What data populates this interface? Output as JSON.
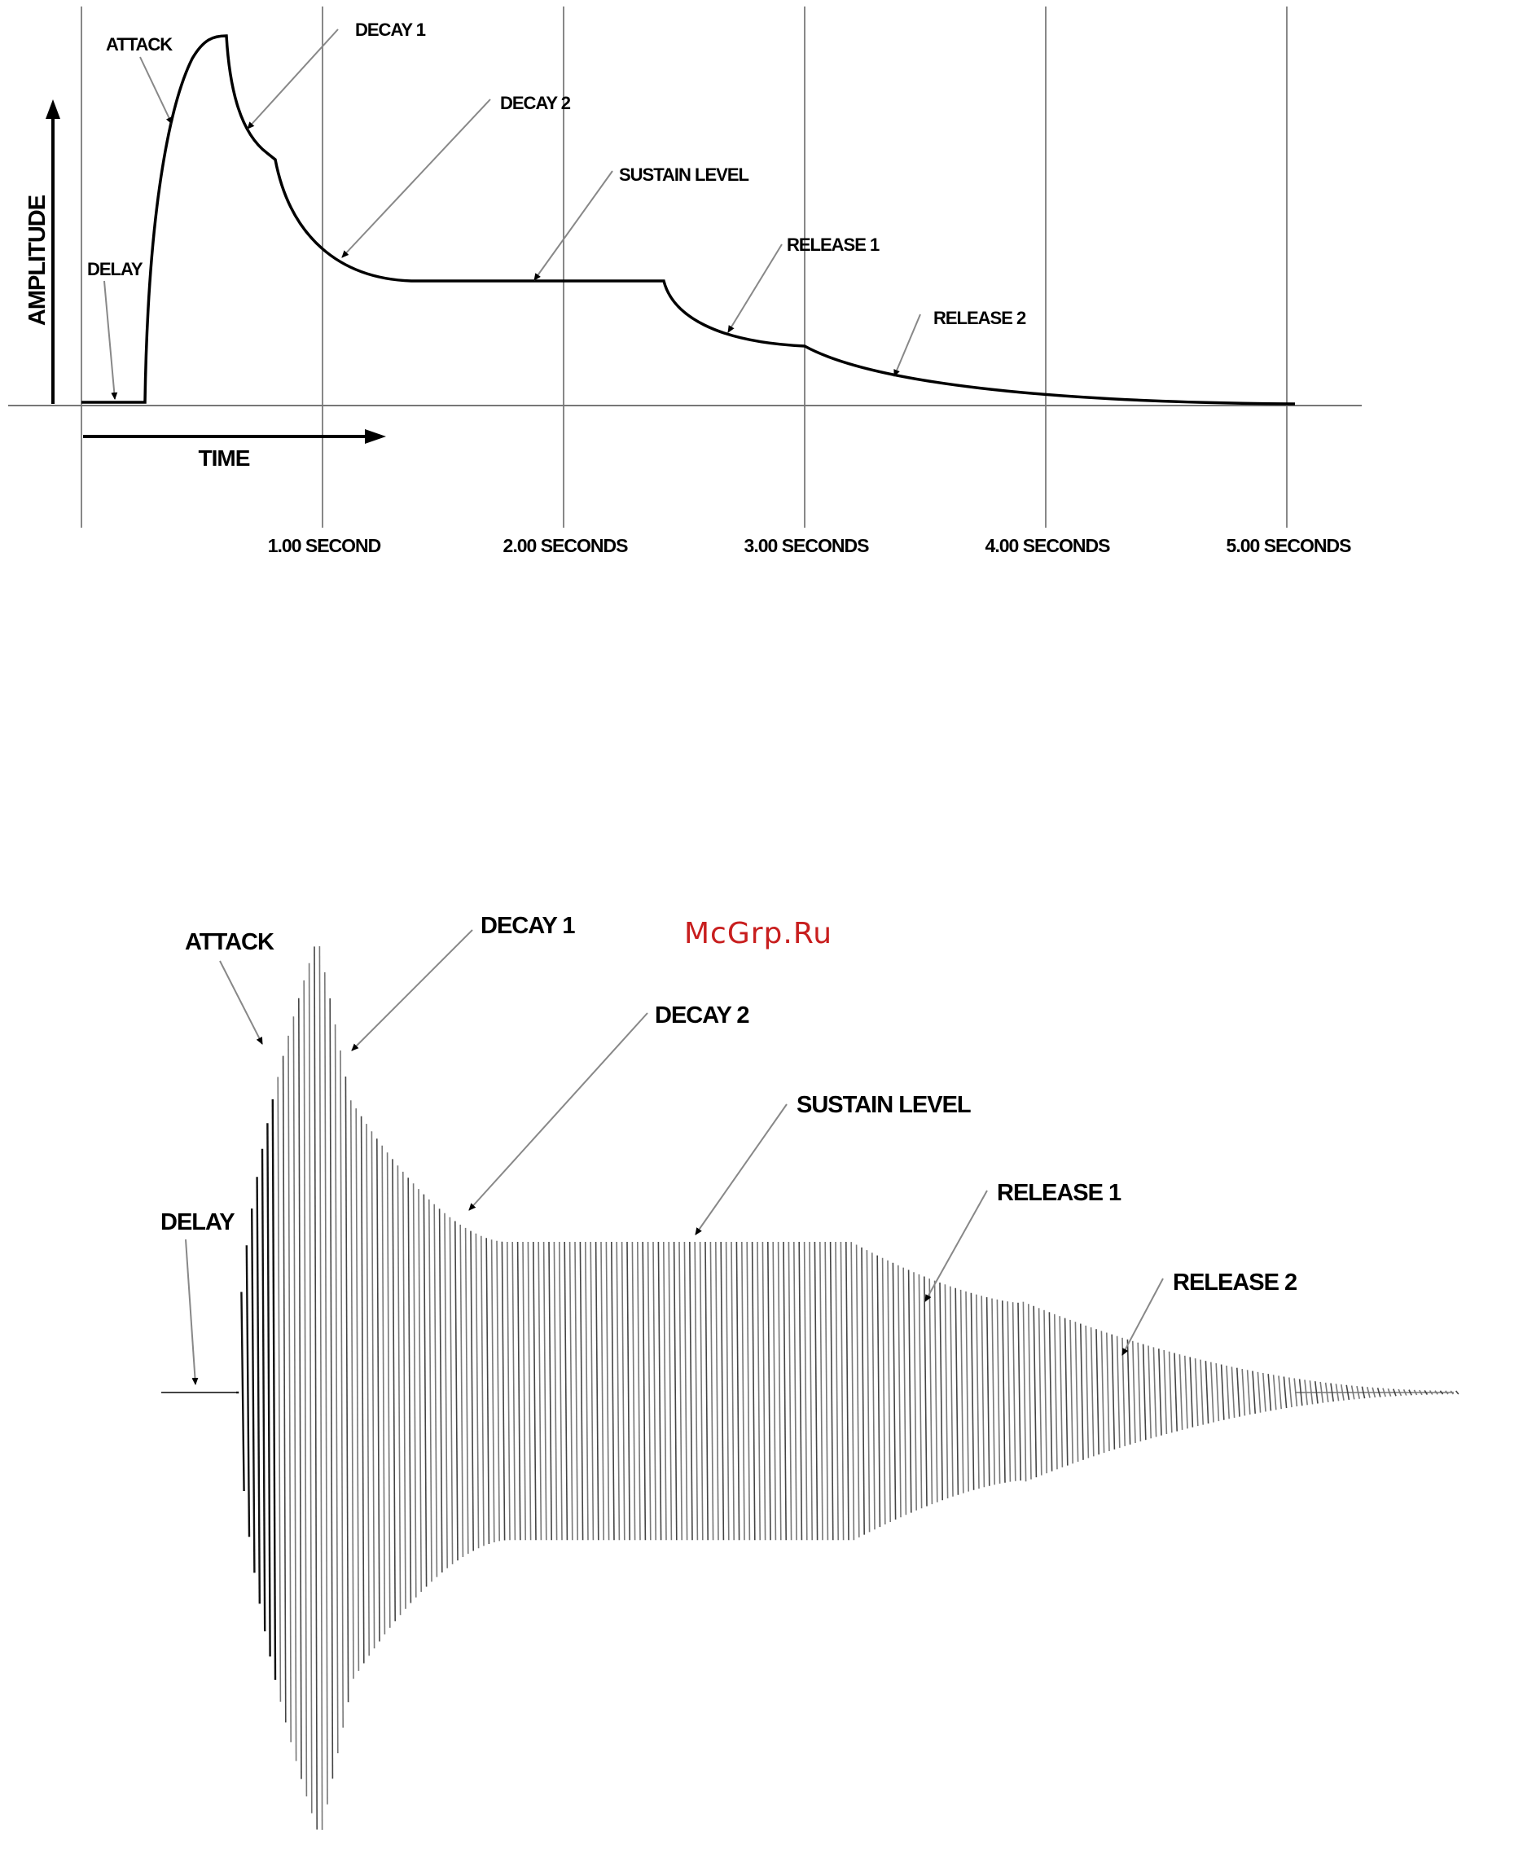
{
  "watermark": {
    "text": "McGrp.Ru",
    "color": "#c81e1e"
  },
  "envelope_diagram": {
    "axis_labels": {
      "amplitude": "AMPLITUDE",
      "time": "TIME"
    },
    "time_ticks": [
      {
        "label": "1.00 SECOND",
        "seconds": 1
      },
      {
        "label": "2.00 SECONDS",
        "seconds": 2
      },
      {
        "label": "3.00 SECONDS",
        "seconds": 3
      },
      {
        "label": "4.00 SECONDS",
        "seconds": 4
      },
      {
        "label": "5.00 SECONDS",
        "seconds": 5
      }
    ],
    "stage_labels": {
      "delay": "DELAY",
      "attack": "ATTACK",
      "decay1": "DECAY 1",
      "decay2": "DECAY 2",
      "sustain": "SUSTAIN LEVEL",
      "release1": "RELEASE 1",
      "release2": "RELEASE 2"
    }
  },
  "waveform_diagram": {
    "stage_labels": {
      "delay": "DELAY",
      "attack": "ATTACK",
      "decay1": "DECAY 1",
      "decay2": "DECAY 2",
      "sustain": "SUSTAIN LEVEL",
      "release1": "RELEASE 1",
      "release2": "RELEASE 2"
    }
  }
}
